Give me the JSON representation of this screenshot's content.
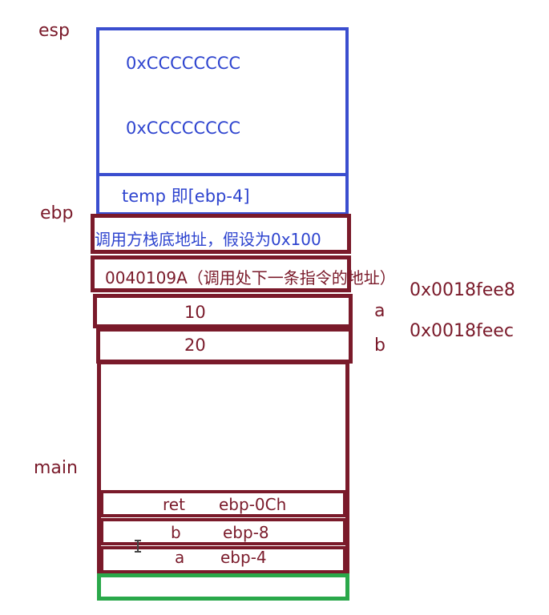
{
  "labels": {
    "esp": "esp",
    "ebp": "ebp",
    "main": "main"
  },
  "blue_frame": {
    "cell1": "0xCCCCCCCC",
    "cell2": "0xCCCCCCCC",
    "temp": "temp  即[ebp-4]",
    "caller_base": "调用方栈底地址，假设为0x100"
  },
  "return_addr": "0040109A（调用处下一条指令的地址）",
  "params": {
    "a_value": "10",
    "b_value": "20",
    "a_name": "a",
    "b_name": "b",
    "a_addr": "0x0018fee8",
    "b_addr": "0x0018feec"
  },
  "main_frame": {
    "ret_label": "ret",
    "ret_offset": "ebp-0Ch",
    "b_label": "b",
    "b_offset": "ebp-8",
    "a_label": "a",
    "a_offset": "ebp-4"
  },
  "colors": {
    "blue": "#3a4ecf",
    "dark_red": "#7a1a2a",
    "green": "#2aa84a"
  }
}
